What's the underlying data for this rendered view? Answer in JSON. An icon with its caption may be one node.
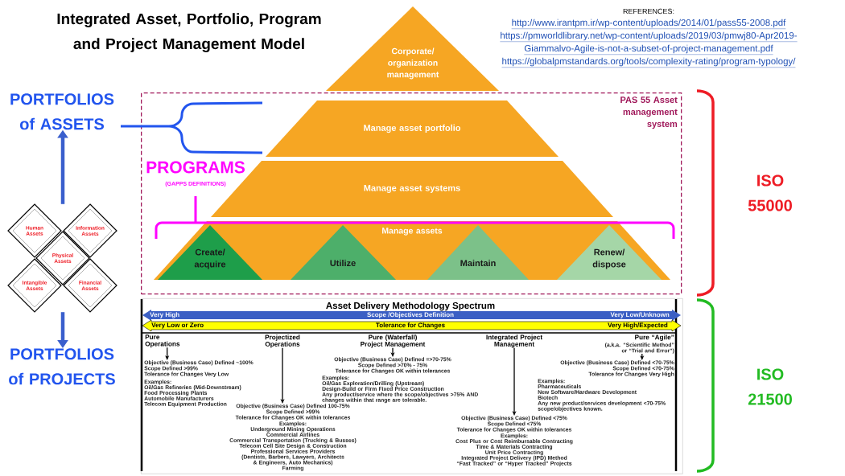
{
  "diagram": {
    "title": "Integrated Asset, Portfolio, Program and Project Management Model",
    "nodes": [
      {
        "text": [
          "Corporate/ organization management"
        ]
      },
      {
        "text": [
          "PAS 55 Asset management system"
        ]
      },
      {
        "text": [
          "Manage asset portfolio"
        ],
        "in": 1
      },
      {
        "text": [
          "Manage asset systems"
        ],
        "in": 1
      },
      {
        "text": [
          "Manage assets"
        ],
        "in": 1
      },
      {
        "text": [
          "Create/ acquire"
        ],
        "in": 4
      },
      {
        "text": [
          "Utilize"
        ],
        "in": 4
      },
      {
        "text": [
          "Maintain"
        ],
        "in": 4
      },
      {
        "text": [
          "Renew/ dispose"
        ],
        "in": 4
      },
      {
        "text": [
          "PORTFOLIOS of ASSETS"
        ]
      },
      {
        "text": [
          "Human Assets",
          "Information Assets",
          "Physical Assets",
          "Intangible Assets",
          "Financial Assets"
        ]
      },
      {
        "text": [
          "PORTFOLIOS of PROJECTS"
        ]
      },
      {
        "text": [
          "Asset Delivery Methodology Spectrum"
        ]
      },
      {
        "text": [
          "Pure Operations"
        ],
        "in": 12
      },
      {
        "text": [
          "Projectized Operations"
        ],
        "in": 12
      },
      {
        "text": [
          "Pure (Waterfall) Project Management"
        ],
        "in": 12
      },
      {
        "text": [
          "Integrated Project Management"
        ],
        "in": 12
      },
      {
        "text": [
          "Pure “Agile”"
        ],
        "beside": [
          "(a.k.a. “Scientific Method” or “Trial and Error”)"
        ],
        "in": 12
      },
      {
        "text": [
          "Objective (Business Case) Defined ~100%",
          "Scope Defined >99%",
          "Tolerance for Changes Very Low",
          "Examples:",
          "Oil/Gas Refineries (Mid-Downstream)",
          "Food Processing Plants",
          "Automobile Manufacturers",
          "Telecom Equipment Production"
        ],
        "in": 12
      },
      {
        "text": [
          "Objective (Business Case) Defined 100-75%",
          "Scope Defined >99%",
          "Tolerance for Changes OK within tolerances",
          "Examples:",
          "Underground Mining Operations",
          "Commercial Airlines",
          "Commercial Transportation (Trucking & Busses)",
          "Telecom Cell Site Design & Construction",
          "Professional Services Providers",
          "(Dentists, Barbers, Lawyers, Architects & Engineers, Auto Mechanics)",
          "Farming"
        ],
        "in": 12
      },
      {
        "text": [
          "Objective (Business Case) Defined =>70-75%",
          "Scope Defined >70% - 75%",
          "Tolerance for Changes OK within tolerances",
          "Examples:",
          "Oil/Gas Exploration/Drilling (Upstream)",
          "Design-Build or Firm Fixed Price Construction",
          "Any product/service where the scope/objectives >75% AND changes within that range are tolerable."
        ],
        "in": 12
      },
      {
        "text": [
          "Objective (Business Case) Defined <75%",
          "Scope Defined <75%",
          "Tolerance for Changes OK within tolerances",
          "Examples:",
          "Cost Plus or Cost Reimbursable Contracting",
          "Time & Materials Contracting",
          "Unit Price Contracting",
          "Integrated Project Delivery (IPD) Method",
          "“Fast Tracked” or “Hyper Tracked” Projects"
        ],
        "in": 12
      },
      {
        "text": [
          "Objective (Business Case) Defined <70-75%",
          "Scope Defined <70-75%",
          "Tolerance for Changes Very High",
          "Examples:",
          "Pharmaceuticals",
          "New Software/Hardware Development",
          "Biotech",
          "Any new product/services development <70-75% scope/objectives known."
        ],
        "in": 12
      }
    ],
    "edges": [
      {
        "from": 10,
        "to": 9,
        "arrow": "to",
        "style": "thick",
        "color": "#3a5fcd"
      },
      {
        "from": 10,
        "to": 11,
        "arrow": "to",
        "style": "thick",
        "color": "#3a5fcd"
      },
      {
        "from": 13,
        "to": 18,
        "arrow": "to"
      },
      {
        "from": 14,
        "to": 19,
        "arrow": "to"
      },
      {
        "from": 15,
        "to": 20,
        "arrow": "to"
      },
      {
        "from": 16,
        "to": 21,
        "arrow": "to"
      },
      {
        "from": 17,
        "to": 22,
        "arrow": "to"
      }
    ],
    "labels": [
      "REFERENCES:",
      "http://www.irantpm.ir/wp-content/uploads/2014/01/pass55-2008.pdf",
      "https://pmworldlibrary.net/wp-content/uploads/2019/03/pmwj80-Apr2019-",
      "Giammalvo-Agile-is-not-a-subset-of-project-management.pdf",
      "https://globalpmstandards.org/tools/complexity-rating/program-typology/",
      "PROGRAMS",
      "(GAPPS DEFINITIONS)",
      "ISO 55000",
      "ISO 21500",
      "Very High",
      "Scope /Objectives Definition",
      "Very Low/Unknown",
      "Very Low or Zero",
      "Tolerance for Changes",
      "Very High/Expected"
    ]
  }
}
